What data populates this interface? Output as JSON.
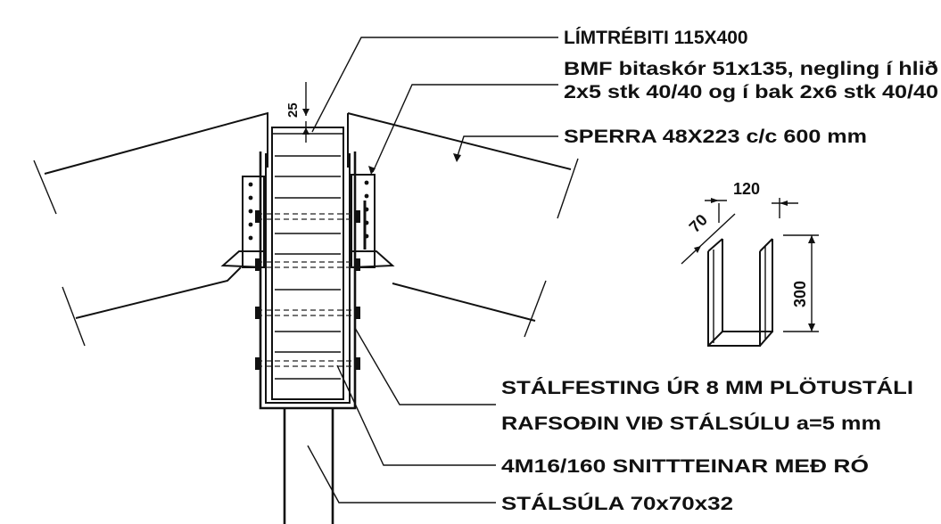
{
  "labels": {
    "beam": "LÍMTRÉBITI 115X400",
    "hanger_line1": "BMF bitaskór 51x135, negling í hlið",
    "hanger_line2": "2x5 stk 40/40 og í bak 2x6 stk 40/40",
    "rafter": "SPERRA 48X223 c/c 600 mm",
    "bracket_line1": "STÁLFESTING ÚR 8 MM PLÖTUSTÁLI",
    "bracket_line2": "RAFSOÐIN VIÐ STÁLSÚLU a=5 mm",
    "rods": "4M16/160 SNITTTEINAR MEÐ RÓ",
    "column": "STÁLSÚLA 70x70x32"
  },
  "dimensions": {
    "top_offset": "25",
    "bracket_width": "120",
    "flange_width": "70",
    "bracket_height": "300"
  }
}
